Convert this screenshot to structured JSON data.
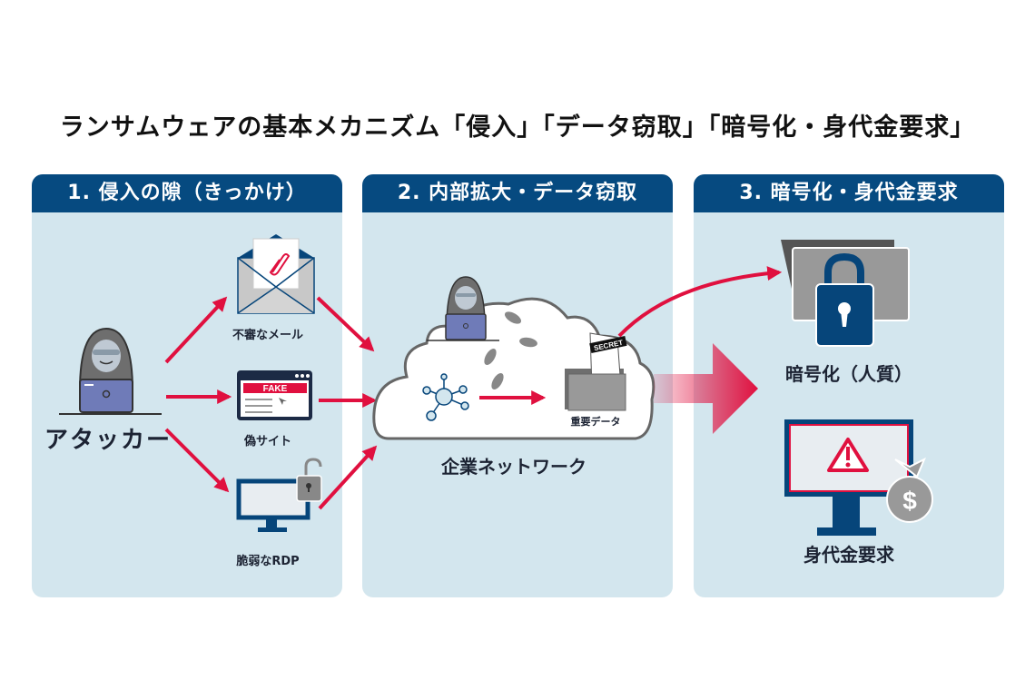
{
  "title": "ランサムウェアの基本メカニズム「侵入」「データ窃取」「暗号化・身代金要求」",
  "colors": {
    "header_blue": "#064a80",
    "panel_bg": "#d3e6ee",
    "accent_red": "#e0103f",
    "gray": "#8c8c8c"
  },
  "panels": [
    {
      "heading": "1. 侵入の隙（きっかけ）",
      "attacker_label": "アタッカー",
      "vectors": [
        {
          "label": "不審なメール",
          "icon": "envelope-icon"
        },
        {
          "label": "偽サイト",
          "icon": "fake-website-icon",
          "badge": "FAKE"
        },
        {
          "label": "脆弱なRDP",
          "icon": "monitor-unlocked-icon"
        }
      ]
    },
    {
      "heading": "2. 内部拡大・データ窃取",
      "network_label": "企業ネットワーク",
      "data_label": "重要データ",
      "secret_tag": "SECRET"
    },
    {
      "heading": "3. 暗号化・身代金要求",
      "encrypt_label": "暗号化（人質）",
      "ransom_label": "身代金要求",
      "currency_symbol": "$"
    }
  ]
}
